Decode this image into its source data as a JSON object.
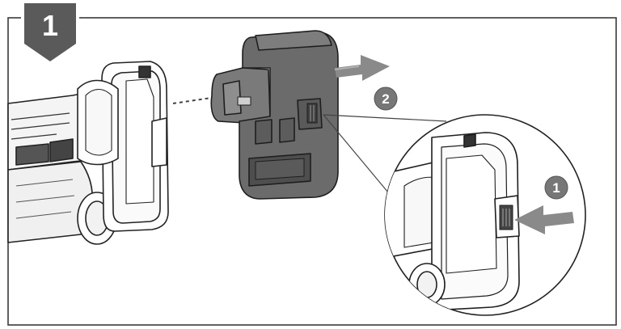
{
  "step": {
    "number": "1"
  },
  "callouts": [
    {
      "number": "1",
      "action": "press-release-button"
    },
    {
      "number": "2",
      "action": "slide-battery-out"
    }
  ],
  "icons": [
    "step-badge",
    "tool-handle",
    "battery-pack",
    "release-button",
    "push-arrow",
    "pull-arrow",
    "magnifier-circle"
  ],
  "colors": {
    "badge": "#5a5a5a",
    "battery": "#6b6b6b",
    "arrow": "#8a8a8a",
    "outline": "#222222",
    "frame": "#3a3a3a"
  }
}
